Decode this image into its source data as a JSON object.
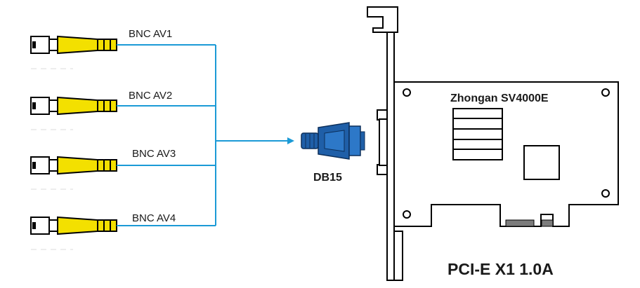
{
  "connectors": [
    {
      "label": "BNC AV1"
    },
    {
      "label": "BNC AV2"
    },
    {
      "label": "BNC AV3"
    },
    {
      "label": "BNC AV4"
    }
  ],
  "db15": {
    "label": "DB15"
  },
  "card": {
    "chip_label": "Zhongan SV4000E",
    "interface_label": "PCI-E X1 1.0A"
  },
  "colors": {
    "wire": "#1b9ad6",
    "bnc_body": "#f3e000",
    "db15_body": "#1f5fa8",
    "outline": "#000000"
  }
}
